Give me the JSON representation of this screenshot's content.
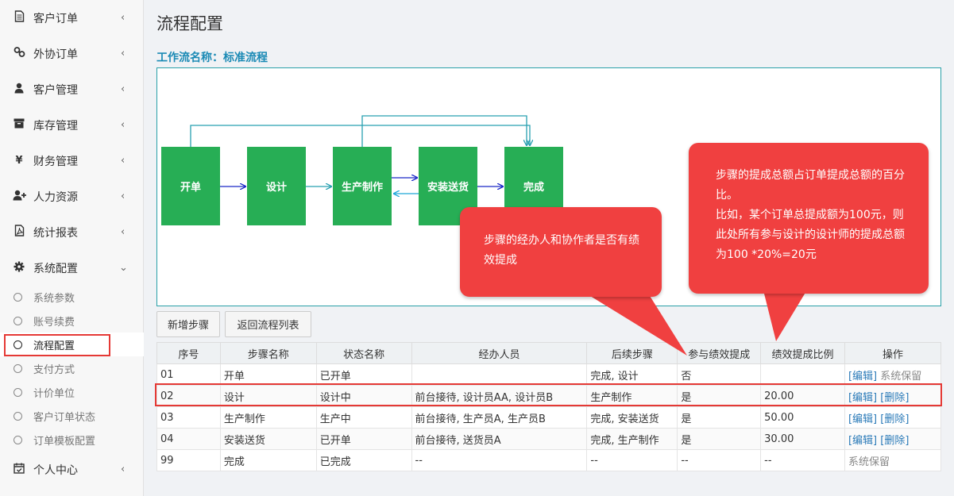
{
  "sidebar": {
    "items": [
      {
        "label": "客户订单",
        "icon": "document-icon"
      },
      {
        "label": "外协订单",
        "icon": "link-icon"
      },
      {
        "label": "客户管理",
        "icon": "user-icon"
      },
      {
        "label": "库存管理",
        "icon": "archive-icon"
      },
      {
        "label": "财务管理",
        "icon": "yen-icon"
      },
      {
        "label": "人力资源",
        "icon": "user-plus-icon"
      },
      {
        "label": "统计报表",
        "icon": "pdf-icon"
      },
      {
        "label": "系统配置",
        "icon": "gear-icon"
      }
    ],
    "sub_items": [
      "系统参数",
      "账号续费",
      "流程配置",
      "支付方式",
      "计价单位",
      "客户订单状态",
      "订单模板配置"
    ],
    "last_item": {
      "label": "个人中心",
      "icon": "calendar-check-icon"
    }
  },
  "page": {
    "title": "流程配置",
    "workflow_label": "工作流名称：",
    "workflow_name": "标准流程"
  },
  "flow": {
    "nodes": [
      "开单",
      "设计",
      "生产制作",
      "安装送货",
      "完成"
    ]
  },
  "toolbar": {
    "add_step": "新增步骤",
    "back_to_list": "返回流程列表"
  },
  "table": {
    "headers": [
      "序号",
      "步骤名称",
      "状态名称",
      "经办人员",
      "后续步骤",
      "参与绩效提成",
      "绩效提成比例",
      "操作"
    ],
    "rows": [
      {
        "no": "01",
        "step": "开单",
        "status": "已开单",
        "staff": "",
        "next": "完成, 设计",
        "perf": "否",
        "ratio": "",
        "edit": "[编辑]",
        "extra": "系统保留"
      },
      {
        "no": "02",
        "step": "设计",
        "status": "设计中",
        "staff": "前台接待, 设计员AA, 设计员B",
        "next": "生产制作",
        "perf": "是",
        "ratio": "20.00",
        "edit": "[编辑]",
        "extra": "[删除]"
      },
      {
        "no": "03",
        "step": "生产制作",
        "status": "生产中",
        "staff": "前台接待, 生产员A, 生产员B",
        "next": "完成, 安装送货",
        "perf": "是",
        "ratio": "50.00",
        "edit": "[编辑]",
        "extra": "[删除]"
      },
      {
        "no": "04",
        "step": "安装送货",
        "status": "已开单",
        "staff": "前台接待, 送货员A",
        "next": "完成, 生产制作",
        "perf": "是",
        "ratio": "30.00",
        "edit": "[编辑]",
        "extra": "[删除]"
      },
      {
        "no": "99",
        "step": "完成",
        "status": "已完成",
        "staff": "--",
        "next": "--",
        "perf": "--",
        "ratio": "--",
        "edit": "",
        "extra": "系统保留"
      }
    ]
  },
  "callouts": {
    "perf_participation": "步骤的经办人和协作者是否有绩效提成",
    "ratio_line1": "步骤的提成总额占订单提成总额的百分比。",
    "ratio_line2": "比如，某个订单总提成额为100元，则此处所有参与设计的设计师的提成总额为100 *20%=20元"
  },
  "colors": {
    "node_green": "#27ae55",
    "callout_red": "#f04040",
    "highlight_red": "#e53935",
    "link_blue": "#2a7ab8",
    "workflow_label": "#1b8ab5"
  }
}
